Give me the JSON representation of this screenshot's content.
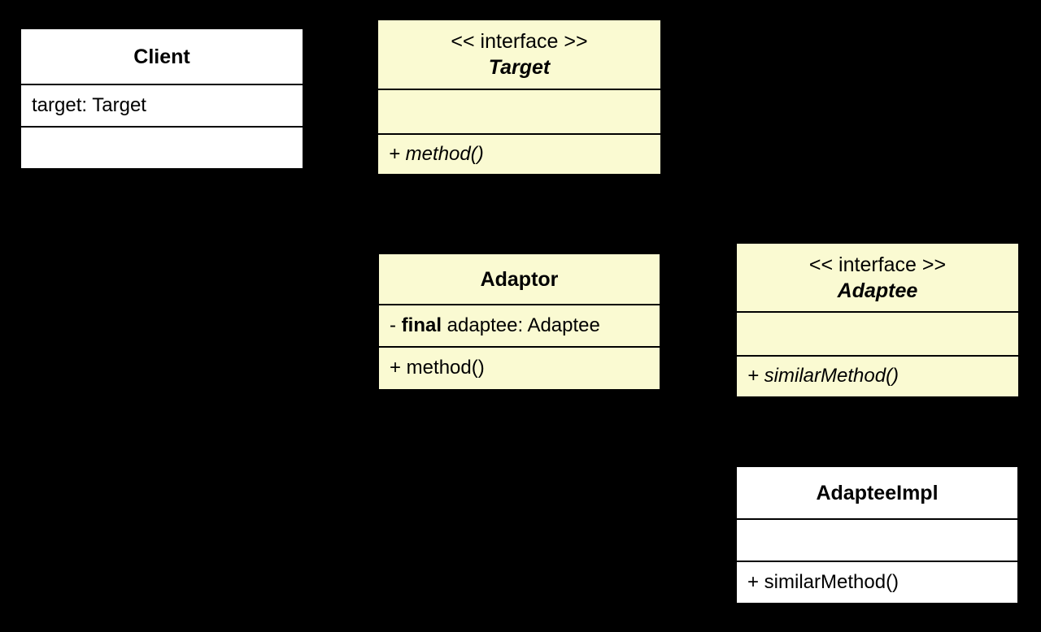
{
  "canvas": {
    "background": "#000000"
  },
  "palette": {
    "interface_fill": "#FAFAD2",
    "class_fill": "#FFFFFF",
    "border_color": "#000000",
    "text_color": "#000000"
  },
  "boxes": {
    "client": {
      "title": "Client",
      "attribute": "target: Target"
    },
    "target": {
      "stereotype": "<< interface >>",
      "name": "Target",
      "method": "+ method()"
    },
    "adaptor": {
      "title": "Adaptor",
      "attribute_parts": [
        "- ",
        "final",
        " adaptee: Adaptee"
      ],
      "method": "+ method()"
    },
    "adaptee": {
      "stereotype": "<< interface >>",
      "name": "Adaptee",
      "method": "+ similarMethod()"
    },
    "adapteeImpl": {
      "title": "AdapteeImpl",
      "method": "+ similarMethod()"
    }
  }
}
